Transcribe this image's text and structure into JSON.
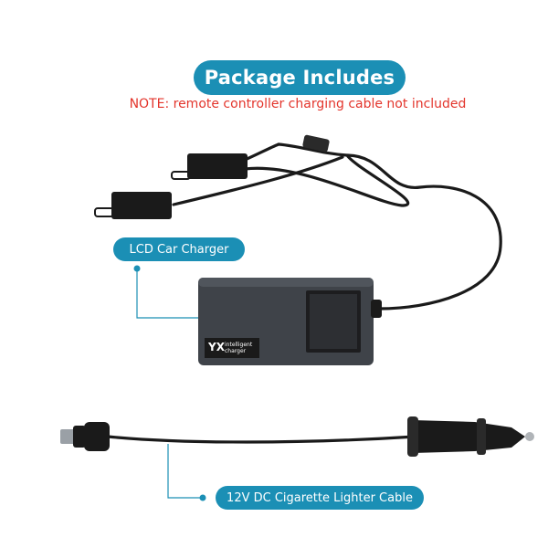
{
  "header": {
    "title": "Package Includes",
    "note": "NOTE: remote controller charging cable not included"
  },
  "labels": {
    "lcd_charger": "LCD Car Charger",
    "cable": "12V DC Cigarette Lighter Cable"
  },
  "device": {
    "brand_logo": "YX",
    "brand_line1": "intelligent",
    "brand_line2": "charger"
  },
  "colors": {
    "accent": "#1b8fb5",
    "note": "#e3352c"
  }
}
